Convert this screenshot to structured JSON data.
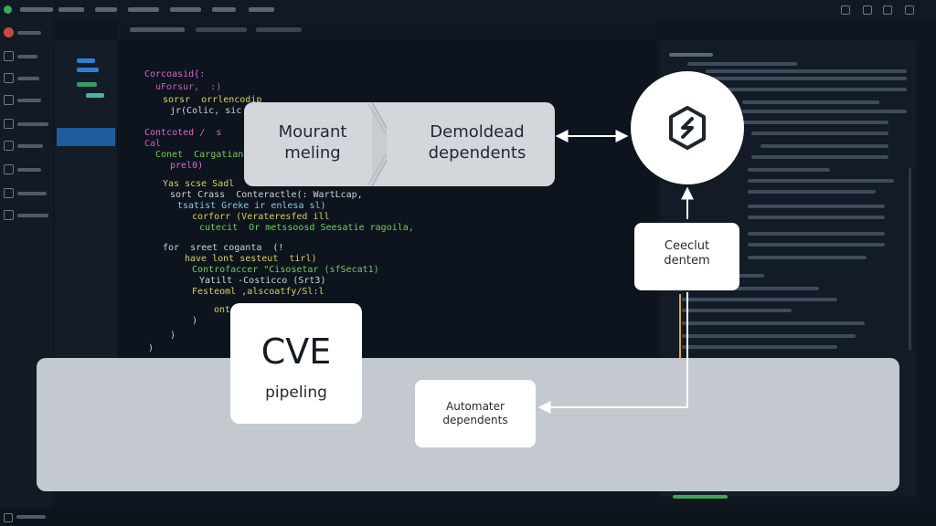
{
  "diagram": {
    "node_left": {
      "line1": "Mourant",
      "line2": "meling"
    },
    "node_right": {
      "line1": "Demoldead",
      "line2": "dependents"
    },
    "node_check": {
      "line1": "Ceeclut",
      "line2": "dentem"
    },
    "node_cve": {
      "title": "CVE",
      "subtitle": "pipeling"
    },
    "node_auto": {
      "line1": "Automater",
      "line2": "dependents"
    },
    "circle_icon": "hexagon-s-icon"
  },
  "colors": {
    "background": "#0f1620",
    "band": "#c4c9cf",
    "box": "#d3d6da",
    "card": "#ffffff",
    "connector": "#ffffff"
  }
}
